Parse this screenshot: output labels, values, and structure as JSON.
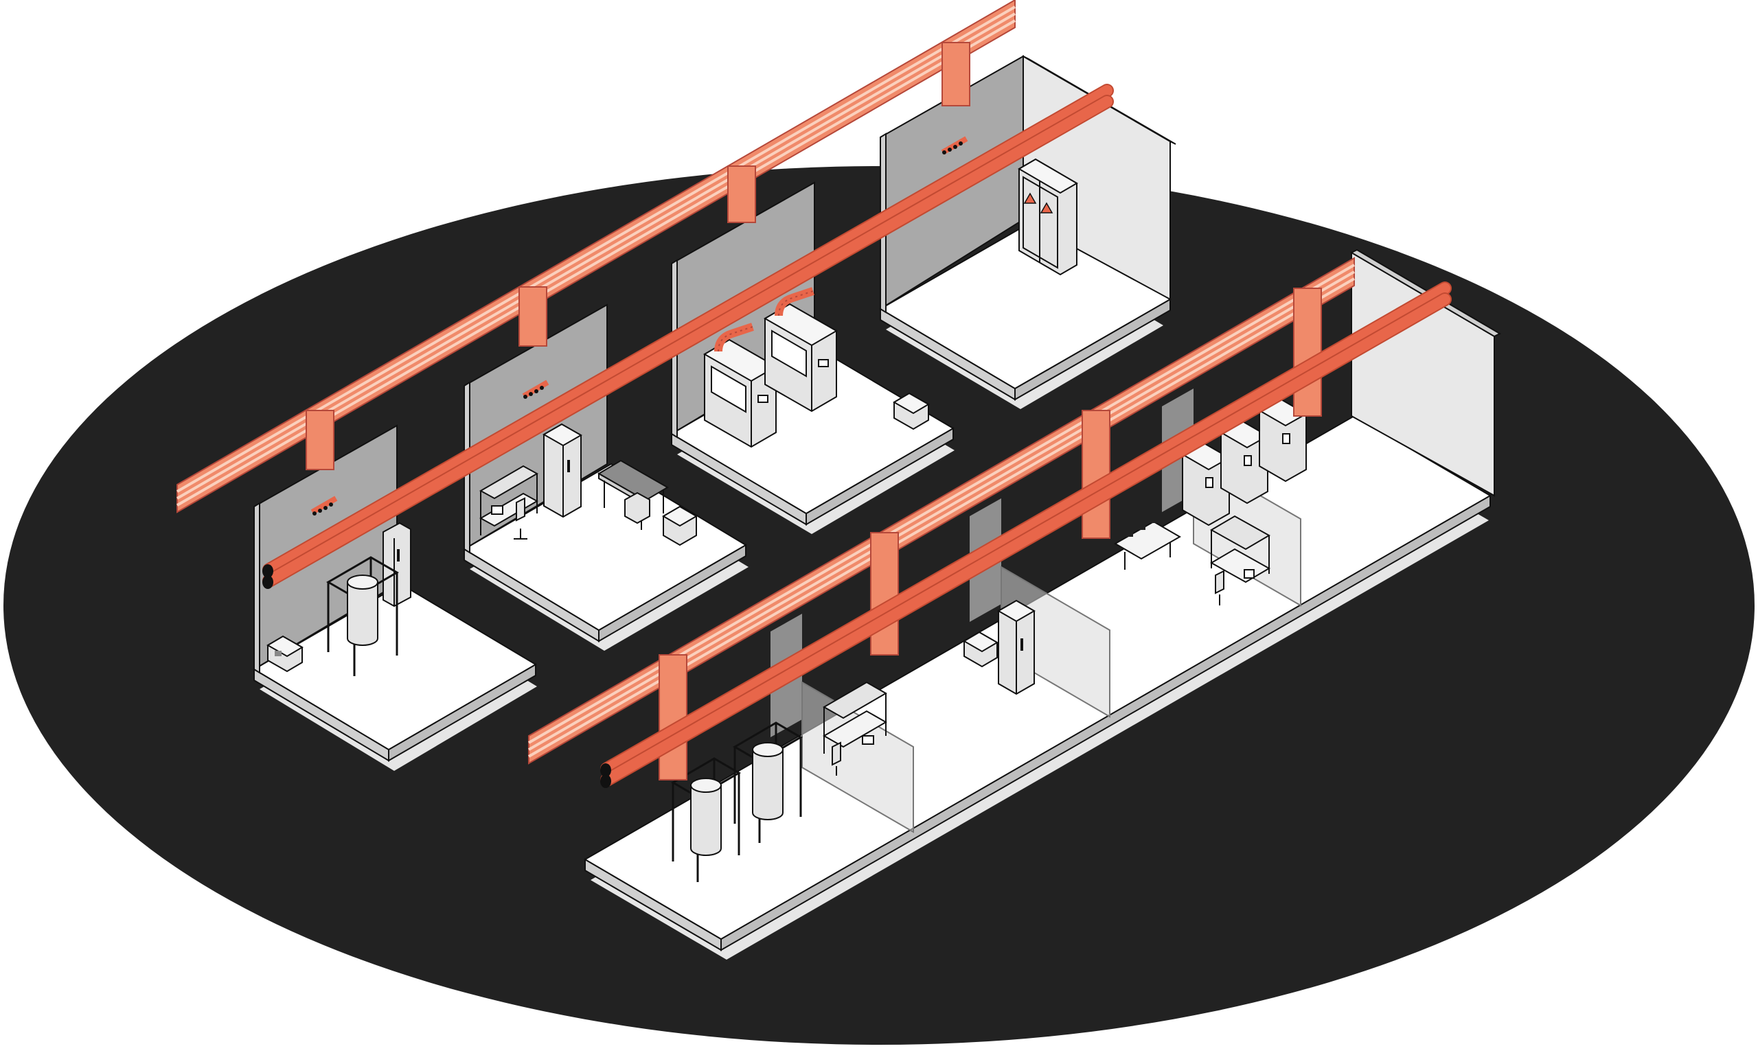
{
  "colors": {
    "background": "#ffffff",
    "ground": "#222222",
    "floor_top": "#ffffff",
    "floor_side": "#cfcfcf",
    "floor_shadow": "#e6e6e6",
    "wall_dark": "#a9a9a9",
    "wall_light": "#e8e8e8",
    "pipe": "#e8664a",
    "pipe_dark": "#c24a32",
    "duct": "#f08a6a",
    "duct_stripe": "#fbd0bd",
    "duct_edge": "#b5483a",
    "equipment": "#e4e4e4",
    "line": "#111111",
    "partition": "#d6d6d6"
  },
  "modules": [
    {
      "id": "module-tank-room",
      "equipment": [
        "tank-frame",
        "equipment-cabinet",
        "bench-station"
      ]
    },
    {
      "id": "module-lab-workstations",
      "equipment": [
        "work-desk",
        "storage-cabinet",
        "lab-table",
        "bench-station"
      ]
    },
    {
      "id": "module-fume-hoods",
      "equipment": [
        "fume-hood",
        "fume-hood",
        "bench-station"
      ]
    },
    {
      "id": "module-electrical-room",
      "equipment": [
        "electrical-cabinet"
      ]
    },
    {
      "id": "module-long-hall",
      "equipment": [
        "tank-frame",
        "tank-frame",
        "work-desk",
        "storage-cabinet",
        "test-chambers",
        "workstation"
      ]
    }
  ],
  "icons": {
    "warning": "warning-triangle-icon"
  }
}
